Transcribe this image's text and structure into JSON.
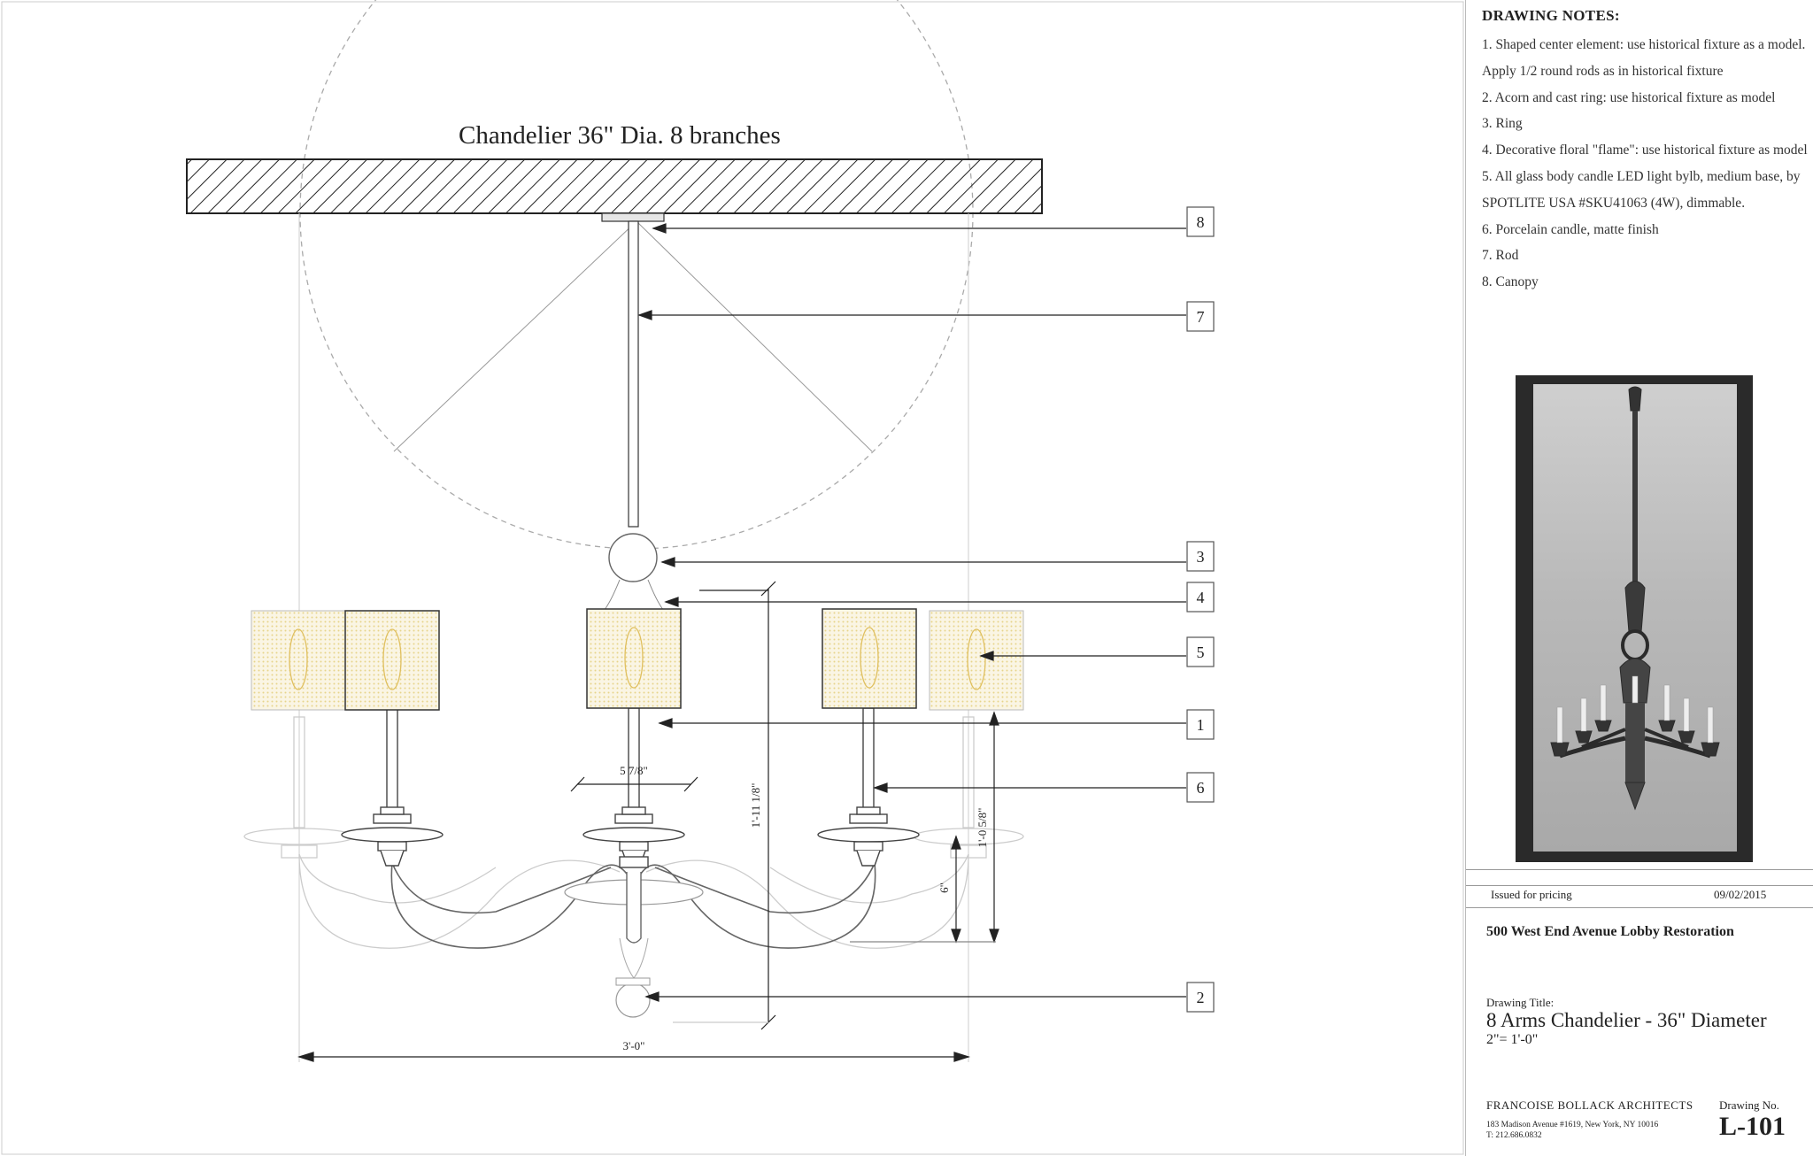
{
  "drawing": {
    "title": "Chandelier  36\" Dia. 8 branches",
    "callouts": [
      "8",
      "7",
      "3",
      "4",
      "5",
      "1",
      "6",
      "2"
    ],
    "dimensions": {
      "width": "3'-0\"",
      "shade_gap": "5 7/8\"",
      "height": "1'-11 1/8\"",
      "arm": "1'-0 5/8\"",
      "candle": "6\""
    }
  },
  "notes": {
    "title": "DRAWING NOTES:",
    "items": [
      "1.  Shaped center element: use historical fixture as a model. Apply 1/2 round rods as in historical fixture",
      "2.  Acorn and cast ring: use historical fixture as model",
      "3.  Ring",
      "4.  Decorative floral \"flame\": use historical fixture as model",
      "5.  All glass body candle LED light bylb, medium base, by SPOTLITE USA #SKU41063 (4W), dimmable.",
      "6.  Porcelain candle, matte finish",
      "7.  Rod",
      "8.  Canopy"
    ]
  },
  "title_block": {
    "issue": "Issued for pricing",
    "date": "09/02/2015",
    "project": "500 West End Avenue Lobby Restoration",
    "drawing_title_label": "Drawing Title:",
    "drawing_title": "8 Arms Chandelier - 36\" Diameter",
    "scale": "2\"= 1'-0\"",
    "firm": "FRANCOISE BOLLACK ARCHITECTS",
    "address": "183 Madison Avenue #1619, New York, NY 10016",
    "phone": "T: 212.686.0832",
    "drawing_no_label": "Drawing No.",
    "drawing_no": "L-101"
  },
  "photo": {
    "icon": "historical-chandelier-photo"
  }
}
